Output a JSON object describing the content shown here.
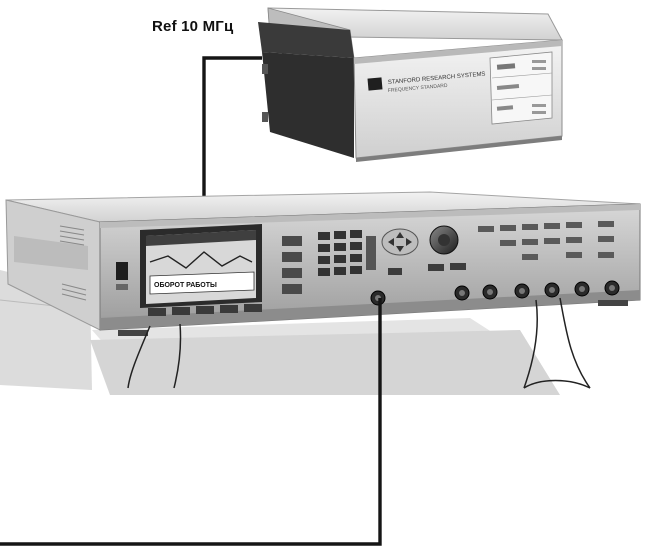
{
  "diagram": {
    "ref_label": "Ref 10 МГц",
    "colors": {
      "cable": "#1a1a1a",
      "housing_light": "#e9e9e9",
      "housing_mid": "#c9c9c9",
      "panel_dark": "#3a3a3a",
      "screen_bg": "#d8d8d8",
      "screen_frame": "#2b2b2b"
    }
  },
  "reference_device": {
    "brand_text": "STANFORD RESEARCH SYSTEMS",
    "model_text": "FREQUENCY STANDARD",
    "rows": [
      {
        "label": "",
        "value": ""
      },
      {
        "label": "",
        "value": ""
      },
      {
        "label": "",
        "value": ""
      }
    ]
  },
  "main_device": {
    "display_banner": "ОБОРОТ РАБОТЫ"
  }
}
